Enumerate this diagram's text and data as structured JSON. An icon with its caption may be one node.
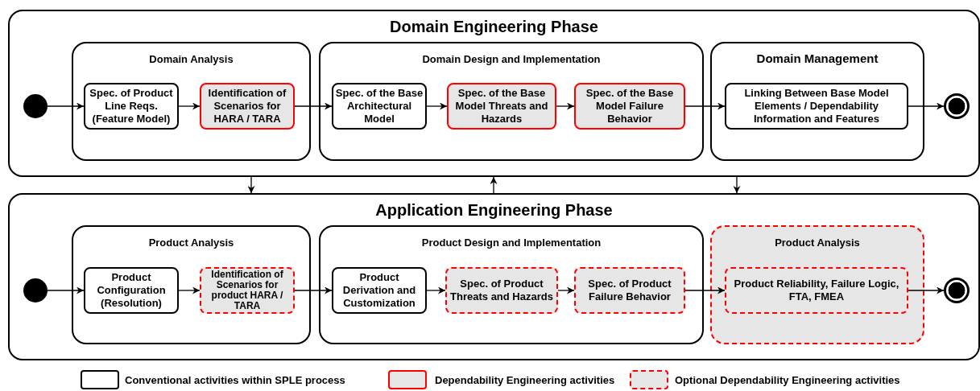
{
  "diagram": {
    "nodes": [
      {
        "text": [
          "Domain Engineering Phase"
        ]
      },
      {
        "text": [],
        "shape": "circle",
        "in": 0
      },
      {
        "text": [
          "Domain Analysis"
        ],
        "in": 0
      },
      {
        "text": [
          "Spec. of Product Line Reqs. (Feature Model)"
        ],
        "in": 2
      },
      {
        "text": [
          "Identification of Scenarios for HARA / TARA"
        ],
        "in": 2
      },
      {
        "text": [
          "Domain Design and Implementation"
        ],
        "in": 0
      },
      {
        "text": [
          "Spec. of the Base Architectural Model"
        ],
        "in": 5
      },
      {
        "text": [
          "Spec. of the Base Model Threats and Hazards"
        ],
        "in": 5
      },
      {
        "text": [
          "Spec. of the Base Model Failure Behavior"
        ],
        "in": 5
      },
      {
        "text": [
          "Domain Management"
        ],
        "in": 0
      },
      {
        "text": [
          "Linking Between Base Model Elements / Dependability Information and Features"
        ],
        "in": 9
      },
      {
        "text": [],
        "shape": "circle",
        "in": 0
      },
      {
        "text": [
          "Application Engineering Phase"
        ]
      },
      {
        "text": [],
        "shape": "circle",
        "in": 12
      },
      {
        "text": [
          "Product Analysis"
        ],
        "in": 12
      },
      {
        "text": [
          "Product Configuration (Resolution)"
        ],
        "in": 14
      },
      {
        "text": [
          "Identification of Scenarios for product HARA / TARA"
        ],
        "in": 14
      },
      {
        "text": [
          "Product Design and Implementation"
        ],
        "in": 12
      },
      {
        "text": [
          "Product Derivation and Customization"
        ],
        "in": 17
      },
      {
        "text": [
          "Spec. of Product Threats and Hazards"
        ],
        "in": 17
      },
      {
        "text": [
          "Spec. of Product Failure Behavior"
        ],
        "in": 17
      },
      {
        "text": [
          "Product Analysis"
        ],
        "in": 12
      },
      {
        "text": [
          "Product Reliability, Failure Logic, FTA, FMEA"
        ],
        "in": 21
      },
      {
        "text": [],
        "shape": "circle",
        "in": 12
      }
    ],
    "edges": [
      {
        "from": 1,
        "to": 3,
        "arrow": "to"
      },
      {
        "from": 3,
        "to": 4,
        "arrow": "to"
      },
      {
        "from": 4,
        "to": 6,
        "arrow": "to"
      },
      {
        "from": 6,
        "to": 7,
        "arrow": "to"
      },
      {
        "from": 7,
        "to": 8,
        "arrow": "to"
      },
      {
        "from": 8,
        "to": 10,
        "arrow": "to"
      },
      {
        "from": 10,
        "to": 11,
        "arrow": "to"
      },
      {
        "from": 0,
        "to": 12,
        "arrow": "to"
      },
      {
        "from": 12,
        "to": 0,
        "arrow": "to"
      },
      {
        "from": 0,
        "to": 12,
        "arrow": "to"
      },
      {
        "from": 13,
        "to": 15,
        "arrow": "to"
      },
      {
        "from": 15,
        "to": 16,
        "arrow": "to"
      },
      {
        "from": 16,
        "to": 18,
        "arrow": "to"
      },
      {
        "from": 18,
        "to": 19,
        "arrow": "to"
      },
      {
        "from": 19,
        "to": 20,
        "arrow": "to"
      },
      {
        "from": 20,
        "to": 22,
        "arrow": "to"
      },
      {
        "from": 22,
        "to": 23,
        "arrow": "to"
      }
    ],
    "legend": [
      {
        "text": "Conventional activities within SPLE process"
      },
      {
        "text": "Dependability Engineering activities"
      },
      {
        "text": "Optional Dependability Engineering activities"
      }
    ]
  }
}
